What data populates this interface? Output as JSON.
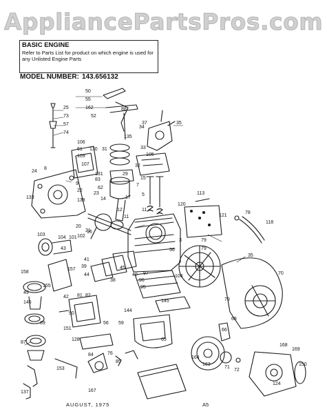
{
  "watermark": "AppliancePartsPros.com",
  "info_box": {
    "title": "BASIC ENGINE",
    "note": "Refer to Parts List for product on which engine is used for any Unlisted Engine Parts"
  },
  "model": {
    "label": "MODEL NUMBER:",
    "value": "143.656132"
  },
  "part_numbers": [
    "50",
    "55",
    "162",
    "52",
    "88",
    "37",
    "35",
    "25",
    "73",
    "57",
    "74",
    "135",
    "34",
    "33",
    "106",
    "61",
    "130",
    "31",
    "109",
    "107",
    "105",
    "32",
    "8",
    "24",
    "29",
    "15",
    "7",
    "5",
    "9",
    "22",
    "23",
    "131",
    "83",
    "62",
    "113",
    "133",
    "138",
    "14",
    "17",
    "12",
    "11",
    "11",
    "120",
    "121",
    "78",
    "118",
    "103",
    "104",
    "101",
    "102",
    "43",
    "16",
    "20",
    "21",
    "3",
    "36",
    "79",
    "79",
    "158",
    "157",
    "41",
    "39",
    "38",
    "40",
    "97",
    "96",
    "95",
    "106",
    "70",
    "45",
    "44",
    "35",
    "49",
    "42",
    "155",
    "145",
    "146",
    "90",
    "151",
    "81",
    "89",
    "82",
    "144",
    "79",
    "68",
    "59",
    "56",
    "87",
    "128",
    "65",
    "84",
    "76",
    "66",
    "169",
    "150",
    "153",
    "163",
    "85",
    "71",
    "72",
    "164",
    "168",
    "167",
    "137",
    "124"
  ],
  "footer": {
    "date": "AUGUST, 1975",
    "page": "A5"
  }
}
